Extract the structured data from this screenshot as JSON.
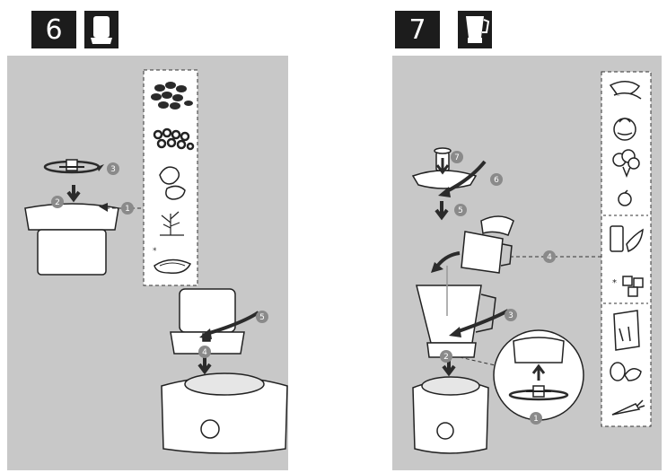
{
  "panels": [
    {
      "step": "6",
      "attachment_icon": "chopper-bowl-icon",
      "callouts": [
        "1",
        "2",
        "3",
        "4",
        "5"
      ],
      "ingredients": [
        "coffee-beans-icon",
        "peppercorns-icon",
        "nuts-icon",
        "herbs-icon",
        "frozen-meat-icon"
      ]
    },
    {
      "step": "7",
      "attachment_icon": "blender-jar-icon",
      "callouts": [
        "1",
        "2",
        "3",
        "4",
        "5",
        "6",
        "7"
      ],
      "ingredients": [
        "citrus-icon",
        "onion-icon",
        "broccoli-icon",
        "berry-icon",
        "milk-banana-icon",
        "ice-cubes-icon",
        "carton-icon",
        "eggs-icon",
        "carrot-icon"
      ]
    }
  ],
  "colors": {
    "background": "#c8c8c8",
    "step_box": "#1c1c1c",
    "callout_circle": "#8a8a8a",
    "arrow": "#2b2b2b"
  }
}
